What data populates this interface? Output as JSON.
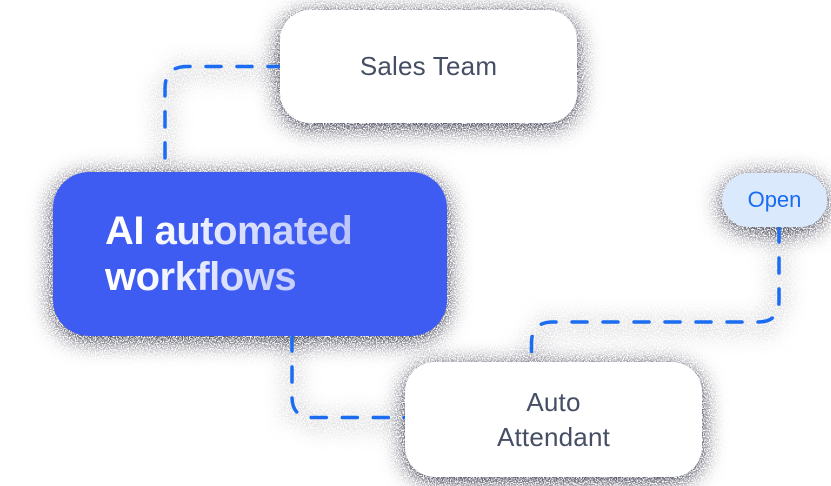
{
  "illustration": {
    "title": "AI automated workflows diagram",
    "background": "#ffffff",
    "accent_blue": "#3e5cf2",
    "connector_blue": "#1b6cf0",
    "card_text_color": "#454e64",
    "nodes": {
      "ai_workflows": {
        "label": "AI automated workflows",
        "style": "hero-blue"
      },
      "sales_team": {
        "label": "Sales Team",
        "style": "white-card"
      },
      "auto_attendant": {
        "label": "Auto Attendant",
        "style": "white-card"
      },
      "open_badge": {
        "label": "Open",
        "bg": "#dbe9fd",
        "text_color": "#1a6cf0"
      }
    },
    "connections": [
      {
        "from": "ai_workflows",
        "to": "sales_team",
        "style": "dashed"
      },
      {
        "from": "ai_workflows",
        "to": "auto_attendant",
        "style": "dashed"
      },
      {
        "from": "open_badge",
        "to": "auto_attendant",
        "style": "dashed"
      }
    ]
  }
}
